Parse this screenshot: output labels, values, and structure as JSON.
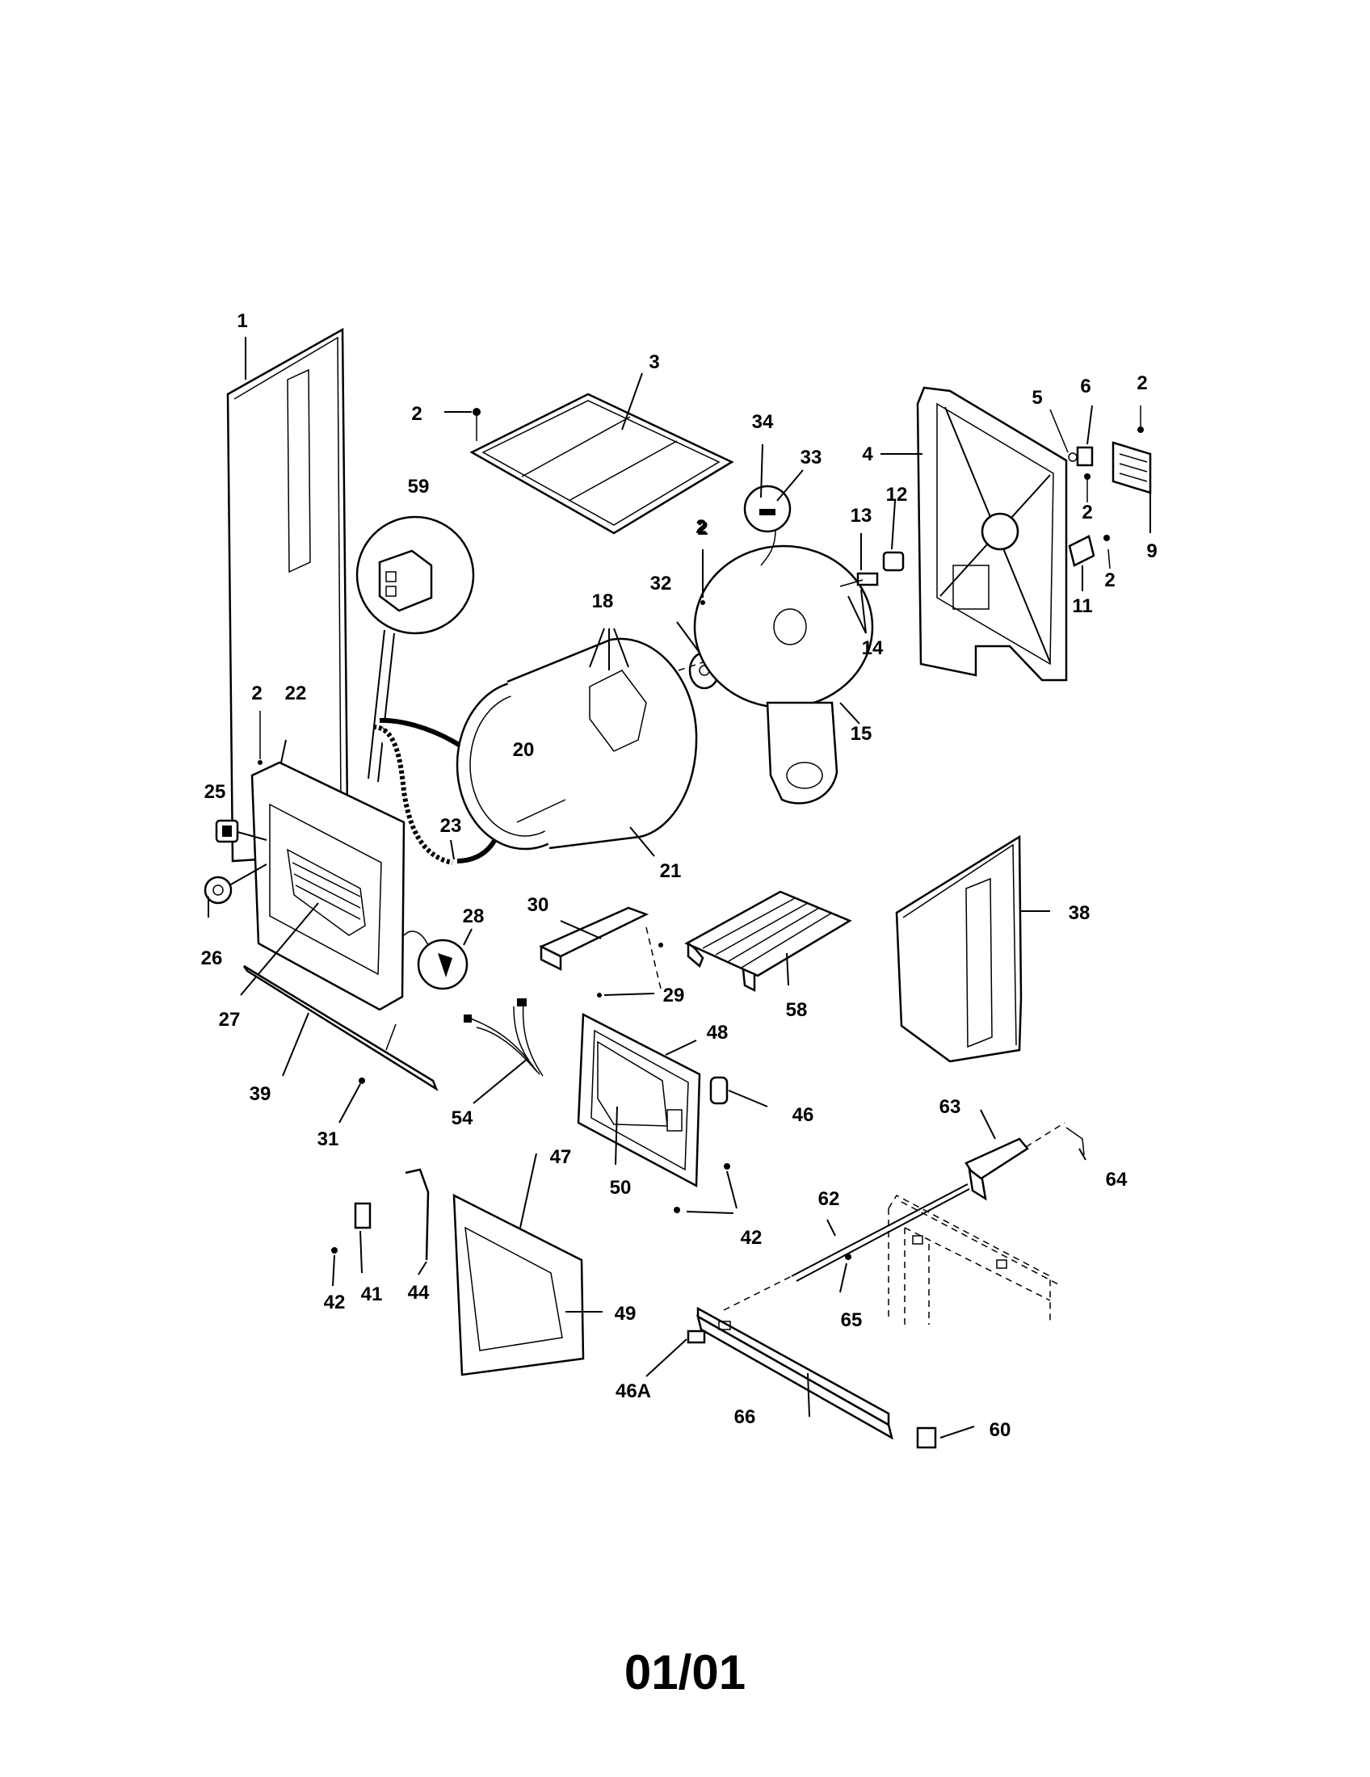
{
  "footer": {
    "page_label": "01/01"
  },
  "callouts": [
    {
      "id": "c1",
      "label": "1"
    },
    {
      "id": "c2a",
      "label": "2"
    },
    {
      "id": "c3",
      "label": "3"
    },
    {
      "id": "c2b",
      "label": "2"
    },
    {
      "id": "c4",
      "label": "4"
    },
    {
      "id": "c5",
      "label": "5"
    },
    {
      "id": "c6",
      "label": "6"
    },
    {
      "id": "c2c",
      "label": "2"
    },
    {
      "id": "c2d",
      "label": "2"
    },
    {
      "id": "c9",
      "label": "9"
    },
    {
      "id": "c2e",
      "label": "2"
    },
    {
      "id": "c11",
      "label": "11"
    },
    {
      "id": "c34",
      "label": "34"
    },
    {
      "id": "c33",
      "label": "33"
    },
    {
      "id": "c12",
      "label": "12"
    },
    {
      "id": "c13",
      "label": "13"
    },
    {
      "id": "c14",
      "label": "14"
    },
    {
      "id": "c59",
      "label": "59"
    },
    {
      "id": "c2f",
      "label": "2"
    },
    {
      "id": "c32",
      "label": "32"
    },
    {
      "id": "c18",
      "label": "18"
    },
    {
      "id": "c15",
      "label": "15"
    },
    {
      "id": "c2g",
      "label": "2"
    },
    {
      "id": "c22",
      "label": "22"
    },
    {
      "id": "c20",
      "label": "20"
    },
    {
      "id": "c25",
      "label": "25"
    },
    {
      "id": "c23",
      "label": "23"
    },
    {
      "id": "c21",
      "label": "21"
    },
    {
      "id": "c38",
      "label": "38"
    },
    {
      "id": "c26",
      "label": "26"
    },
    {
      "id": "c28",
      "label": "28"
    },
    {
      "id": "c30",
      "label": "30"
    },
    {
      "id": "c27",
      "label": "27"
    },
    {
      "id": "c29",
      "label": "29"
    },
    {
      "id": "c58",
      "label": "58"
    },
    {
      "id": "c48",
      "label": "48"
    },
    {
      "id": "c39",
      "label": "39"
    },
    {
      "id": "c54",
      "label": "54"
    },
    {
      "id": "c46",
      "label": "46"
    },
    {
      "id": "c31",
      "label": "31"
    },
    {
      "id": "c63",
      "label": "63"
    },
    {
      "id": "c64",
      "label": "64"
    },
    {
      "id": "c47",
      "label": "47"
    },
    {
      "id": "c50",
      "label": "50"
    },
    {
      "id": "c62",
      "label": "62"
    },
    {
      "id": "c42a",
      "label": "42"
    },
    {
      "id": "c42b",
      "label": "42"
    },
    {
      "id": "c41",
      "label": "41"
    },
    {
      "id": "c44",
      "label": "44"
    },
    {
      "id": "c49",
      "label": "49"
    },
    {
      "id": "c65",
      "label": "65"
    },
    {
      "id": "c46A",
      "label": "46A"
    },
    {
      "id": "c66",
      "label": "66"
    },
    {
      "id": "c60",
      "label": "60"
    }
  ]
}
